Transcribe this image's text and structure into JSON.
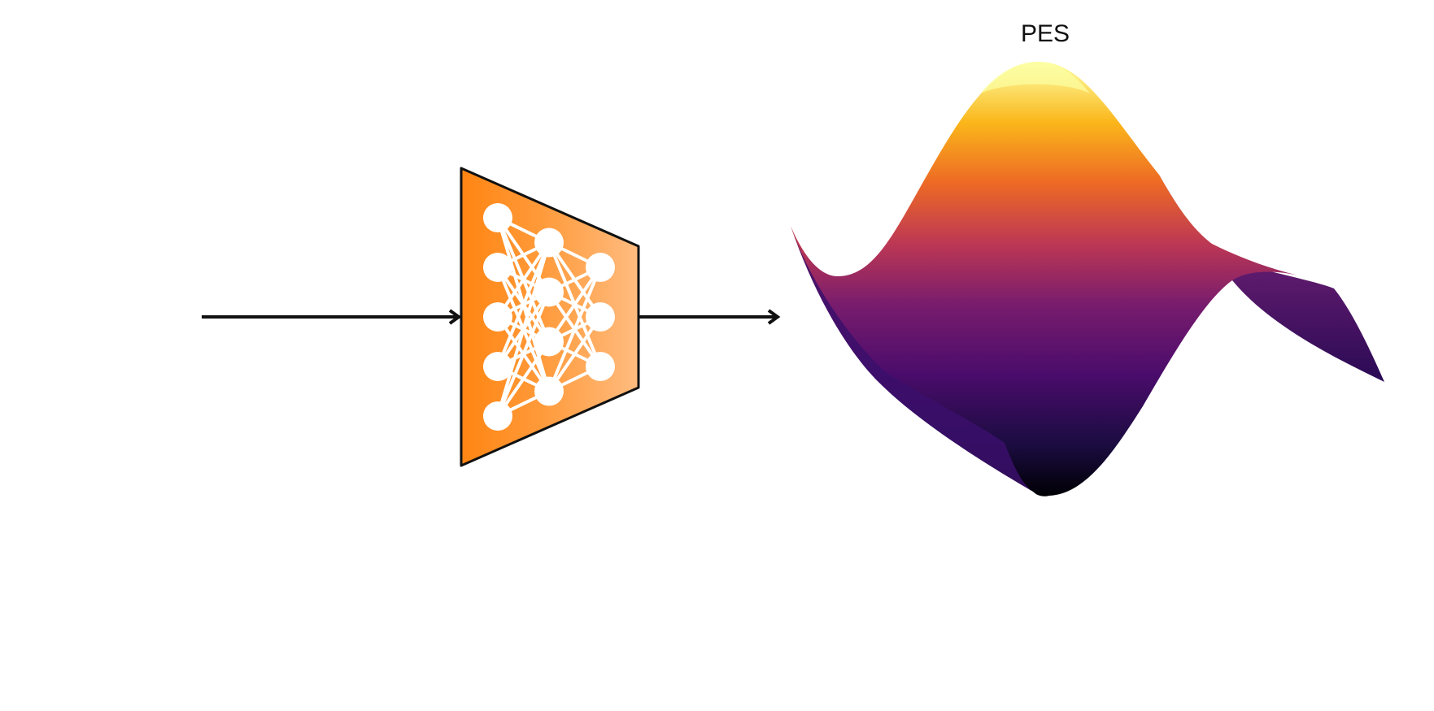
{
  "diagram": {
    "surface_label": "PES",
    "network": {
      "node_color": "#ffffff",
      "body_gradient": [
        "#ff8512",
        "#ffb878"
      ],
      "outline_color": "#111111",
      "layer_sizes": [
        5,
        4,
        3
      ]
    },
    "arrow_color": "#111111",
    "surface_colormap": [
      "#000004",
      "#320a5e",
      "#781c6d",
      "#bc3754",
      "#ed6925",
      "#fbb61a",
      "#fcffa4"
    ]
  }
}
